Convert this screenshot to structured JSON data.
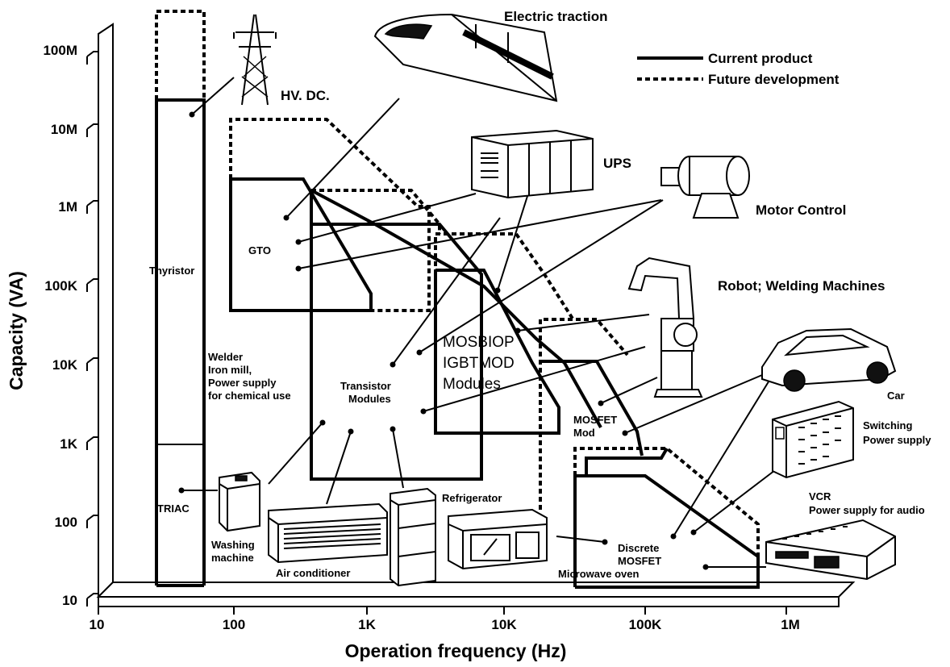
{
  "axes": {
    "y_title": "Capacity (VA)",
    "x_title": "Operation frequency (Hz)",
    "y_ticks": [
      "10",
      "100",
      "1K",
      "10K",
      "100K",
      "1M",
      "10M",
      "100M"
    ],
    "x_ticks": [
      "10",
      "100",
      "1K",
      "10K",
      "100K",
      "1M"
    ]
  },
  "legend": {
    "current": "Current product",
    "future": "Future development"
  },
  "devices": {
    "thyristor": "Thyristor",
    "triac": "TRIAC",
    "gto": "GTO",
    "transistor_l1": "Transistor",
    "transistor_l2": "Modules",
    "mosbiop": "MOSBIOP",
    "igbtmod": "IGBTMOD",
    "modules": "Modules",
    "mosfet_mod_l1": "MOSFET",
    "mosfet_mod_l2": "Mod",
    "discrete_l1": "Discrete",
    "discrete_l2": "MOSFET"
  },
  "applications": {
    "electric_traction": "Electric traction",
    "hvdc": "HV. DC.",
    "ups": "UPS",
    "motor_control": "Motor Control",
    "robot": "Robot; Welding Machines",
    "car": "Car",
    "switching_l1": "Switching",
    "switching_l2": "Power supply",
    "vcr_l1": "VCR",
    "vcr_l2": "Power supply for audio",
    "welder_l1": "Welder",
    "welder_l2": "Iron mill,",
    "welder_l3": "Power supply",
    "welder_l4": "for chemical use",
    "washing_l1": "Washing",
    "washing_l2": "machine",
    "air_conditioner": "Air conditioner",
    "refrigerator": "Refrigerator",
    "microwave": "Microwave oven"
  }
}
